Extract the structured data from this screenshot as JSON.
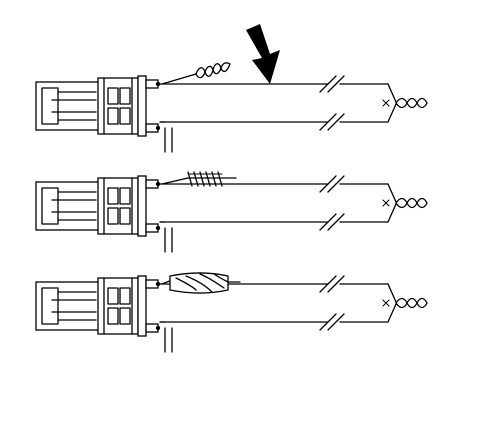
{
  "figure": {
    "panels": [
      {
        "id": "step-1",
        "splice": "twisted-wire"
      },
      {
        "id": "step-2",
        "splice": "wrapped-wire"
      },
      {
        "id": "step-3",
        "splice": "heat-shrink-tube"
      }
    ],
    "pointer": "arrow-icon",
    "colors": {
      "line": "#000000",
      "background": "#ffffff"
    }
  }
}
